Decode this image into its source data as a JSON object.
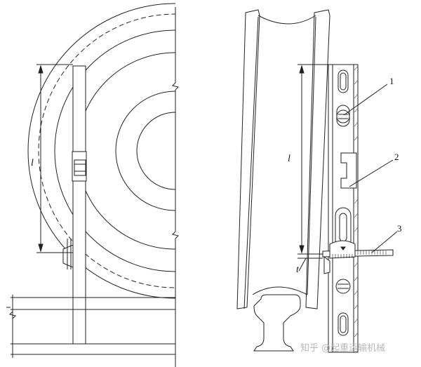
{
  "labels": {
    "left_length": "l",
    "right_length": "l",
    "gap": "t",
    "callout_1": "1",
    "callout_2": "2",
    "callout_3": "3"
  },
  "watermark": "知乎 @起重运输机械",
  "icons": {
    "watermark": "zhihu-logo-icon"
  }
}
